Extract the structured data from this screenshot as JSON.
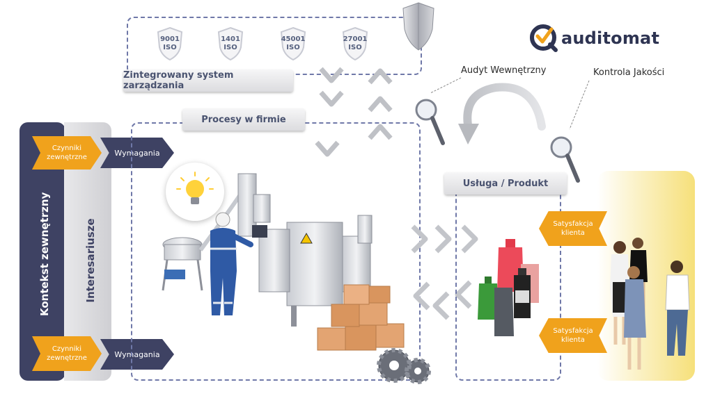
{
  "iso_badges": [
    {
      "number": "9001",
      "label": "ISO"
    },
    {
      "number": "1401",
      "label": "ISO"
    },
    {
      "number": "45001",
      "label": "ISO"
    },
    {
      "number": "27001",
      "label": "ISO"
    }
  ],
  "labels": {
    "integrated_system": "Zintegrowany system zarządzania",
    "processes": "Procesy w firmie",
    "service_product": "Usługa / Produkt",
    "internal_audit": "Audyt Wewnętrzny",
    "quality_control": "Kontrola Jakości",
    "external_context": "Kontekst zewnętrzny",
    "stakeholders": "Interesariusze"
  },
  "factors_top": {
    "line1": "Czynniki",
    "line2": "zewnętrzne"
  },
  "factors_bottom": {
    "line1": "Czynniki",
    "line2": "zewnętrzne"
  },
  "requirements_top": "Wymagania",
  "requirements_bottom": "Wymagania",
  "satisfaction_top": {
    "line1": "Satysfakcja",
    "line2": "klienta"
  },
  "satisfaction_bottom": {
    "line1": "Satysfakcja",
    "line2": "klienta"
  },
  "logo": {
    "text": "auditomat"
  },
  "colors": {
    "navy": "#3e4263",
    "orange": "#f0a21c",
    "dashed_border": "#6f78a8",
    "logo_accent": "#f0a21c"
  },
  "icons": [
    "shield-icon",
    "lightbulb-icon",
    "magnifier-icon",
    "cycle-arrow-icon",
    "gear-icon",
    "chevron-icon"
  ]
}
